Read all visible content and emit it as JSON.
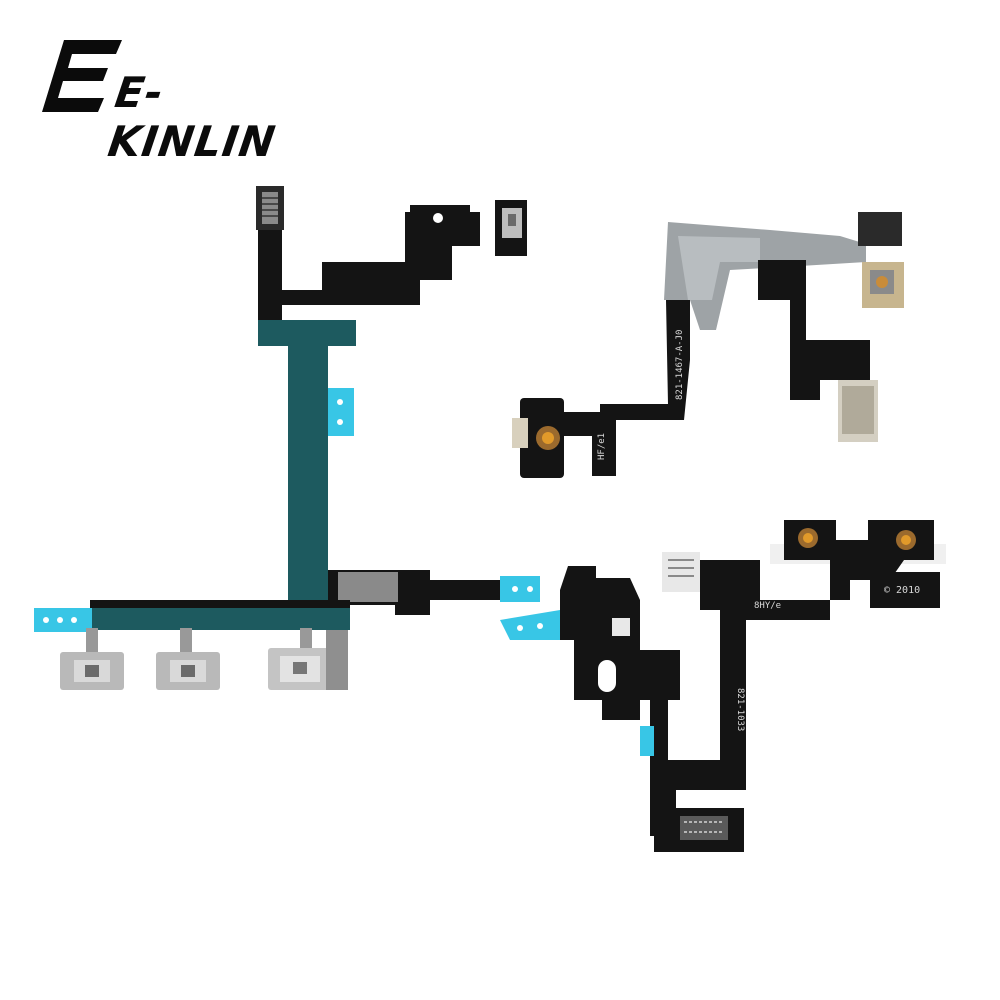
{
  "brand": {
    "logo_text": "E-KINLIN",
    "logo_color": "#0b0b0b"
  },
  "product_markings": {
    "part_number_a": "821-1467-A-J0",
    "part_number_b": "821-1033",
    "copyright": "© 2010",
    "small_code": "8HY/e"
  },
  "colors": {
    "flex_black": "#141414",
    "flex_teal": "#1d5a5f",
    "adhesive_blue": "#38c6e6",
    "metal": "#b9b9b9",
    "button_gold": "#e19a2a"
  }
}
